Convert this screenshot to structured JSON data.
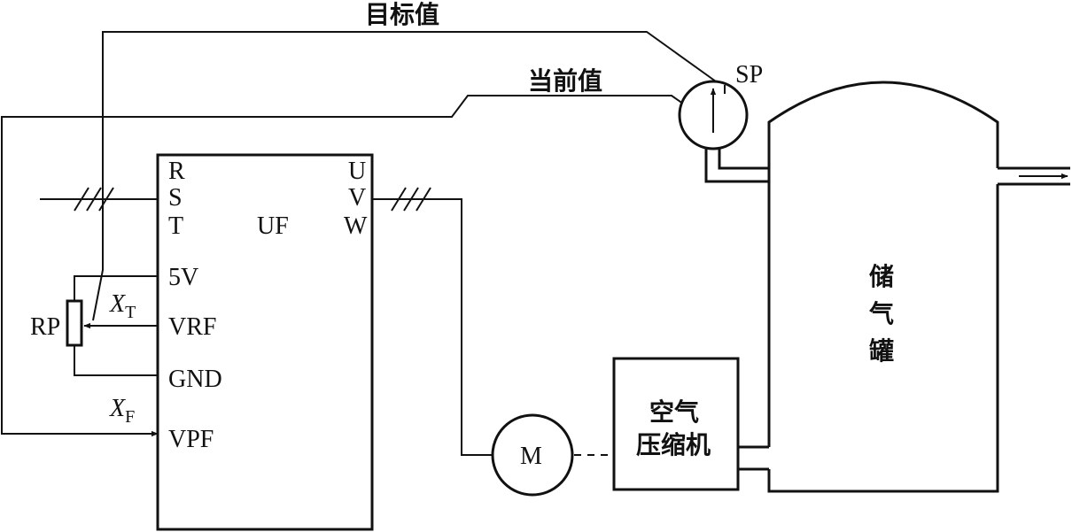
{
  "labels": {
    "target_value": "目标值",
    "current_value": "当前值",
    "sp": "SP",
    "terminal_r": "R",
    "terminal_s": "S",
    "terminal_t": "T",
    "terminal_u": "U",
    "terminal_v": "V",
    "terminal_w": "W",
    "inverter": "UF",
    "terminal_5v": "5V",
    "terminal_vrf": "VRF",
    "terminal_gnd": "GND",
    "terminal_vpf": "VPF",
    "potentiometer": "RP",
    "xt_main": "X",
    "xt_sub": "T",
    "xf_main": "X",
    "xf_sub": "F",
    "motor": "M",
    "compressor_line1": "空气",
    "compressor_line2": "压缩机",
    "tank_char1": "储",
    "tank_char2": "气",
    "tank_char3": "罐"
  }
}
